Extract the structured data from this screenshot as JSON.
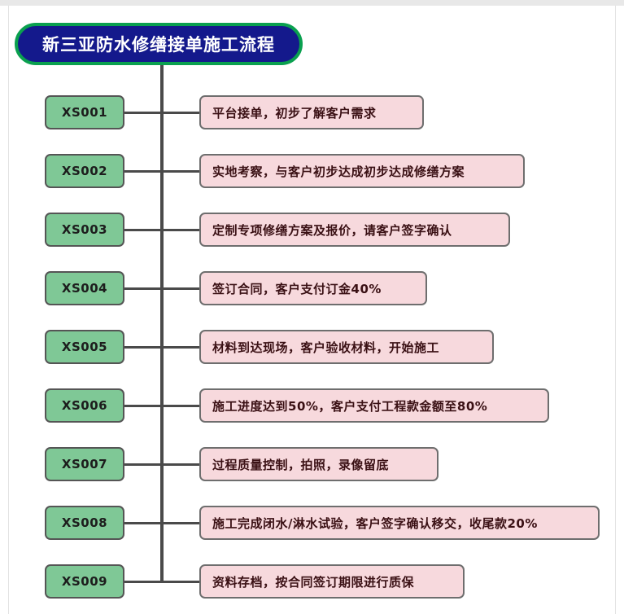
{
  "diagram": {
    "title": "新三亚防水修缮接单施工流程",
    "colors": {
      "title_fill": "#14198c",
      "title_border": "#0aa04f",
      "title_text": "#ffffff",
      "code_fill": "#7fc896",
      "code_border": "#555555",
      "code_text": "#1d1d1d",
      "step_fill": "#f7d9dd",
      "step_border": "#6e6e6e",
      "step_text": "#3a1014",
      "connector": "#4a4a4a",
      "page_background": "#ffffff",
      "top_band": "#e8e8e8"
    },
    "rows": [
      {
        "code": "XS001",
        "step": "平台接单，初步了解客户需求"
      },
      {
        "code": "XS002",
        "step": "实地考察，与客户初步达成初步达成修缮方案"
      },
      {
        "code": "XS003",
        "step": "定制专项修缮方案及报价，请客户签字确认"
      },
      {
        "code": "XS004",
        "step": "签订合同，客户支付订金40%"
      },
      {
        "code": "XS005",
        "step": "材料到达现场，客户验收材料，开始施工"
      },
      {
        "code": "XS006",
        "step": "施工进度达到50%，客户支付工程款金额至80%"
      },
      {
        "code": "XS007",
        "step": "过程质量控制，拍照，录像留底"
      },
      {
        "code": "XS008",
        "step": "施工完成闭水/淋水试验，客户签字确认移交，收尾款20%"
      },
      {
        "code": "XS009",
        "step": "资料存档，按合同签订期限进行质保"
      }
    ]
  }
}
